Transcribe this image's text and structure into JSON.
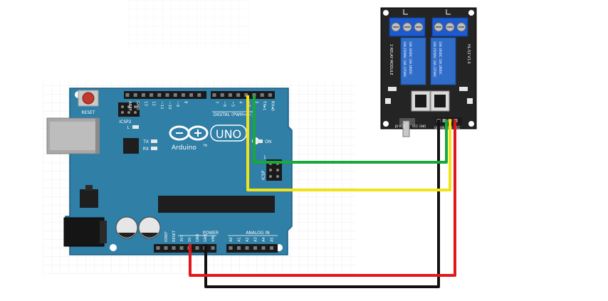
{
  "arduino": {
    "reset_label": "RESET",
    "icsp2_label": "ICSP2",
    "icsp_label": "ICSP",
    "led_l": "L",
    "led_tx": "TX",
    "led_rx": "RX",
    "on_label": "ON",
    "brand": "Arduino",
    "trademark": "TM",
    "model": "UNO",
    "digital_label": "DIGITAL (PWM= ~)",
    "power_label": "POWER",
    "analog_label": "ANALOG IN",
    "pin_1": "1",
    "top_pins": [
      "AREF",
      "GND",
      "13",
      "12",
      "~11",
      "~10",
      "~9",
      "8",
      "7",
      "~6",
      "~5",
      "4",
      "~3",
      "2",
      "TX▸1",
      "RX◂0"
    ],
    "power_pins": [
      "IOREF",
      "RESET",
      "3V3",
      "5V",
      "GND",
      "GND",
      "VIN"
    ],
    "analog_pins": [
      "A0",
      "A1",
      "A2",
      "A3",
      "A4",
      "A5"
    ]
  },
  "relay_module": {
    "model_label": "HL-52 V1.0",
    "name_label": "2 RELAY MODULE",
    "relay_spec_lines": [
      "10A 250VAC  10A 125VAC",
      "10A 30VDC  10A 28VDC"
    ],
    "jumper_labels": [
      "JD-VCC",
      "VCC",
      "GND"
    ],
    "input_pin_labels": [
      "GND",
      "IN1",
      "IN2",
      "VCC"
    ]
  },
  "wires": {
    "colors": {
      "in1": "#1aa83a",
      "in2": "#f2e318",
      "vcc": "#e3171b",
      "gnd": "#111111"
    }
  },
  "colors": {
    "board": "#2f7fa6",
    "board_dark": "#1c5f82",
    "relay_board": "#242424",
    "relay_body": "#2f6dc9",
    "terminal": "#1c5ad0"
  }
}
